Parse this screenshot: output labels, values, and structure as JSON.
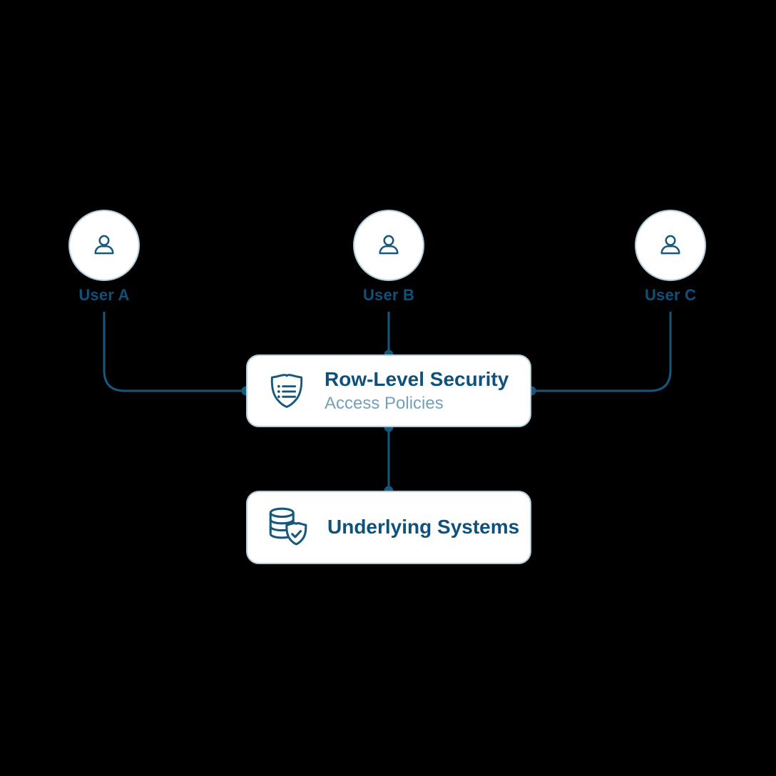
{
  "canvas": {
    "background": "#000000"
  },
  "colors": {
    "canvas_bg": "#000000",
    "accent": "#17587C",
    "accent_text": "#0F517B",
    "muted_text": "#74A0B9",
    "node_border": "#B4CDDB",
    "node_fill": "#FFFFFF"
  },
  "users": [
    {
      "label": "User A",
      "icon": "person-icon"
    },
    {
      "label": "User B",
      "icon": "person-icon"
    },
    {
      "label": "User C",
      "icon": "person-icon"
    }
  ],
  "policy_node": {
    "title": "Row-Level Security",
    "subtitle": "Access Policies",
    "icon": "shield-policy-list-icon"
  },
  "systems_node": {
    "title": "Underlying Systems",
    "icon": "database-shield-check-icon"
  }
}
